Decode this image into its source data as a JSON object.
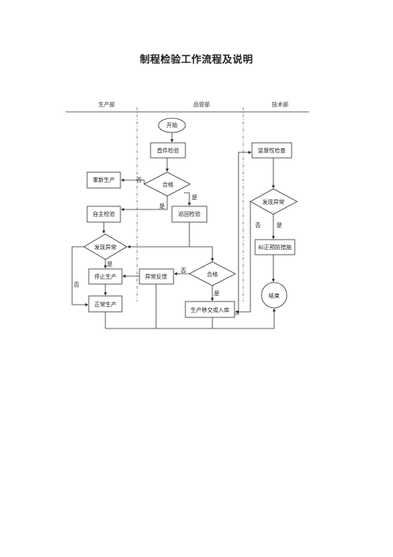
{
  "title": "制程检验工作流程及说明",
  "lanes": [
    "生产部",
    "品管部",
    "技术部"
  ],
  "nodes": {
    "start": "开始",
    "first_inspection": "首件检验",
    "qualified_1": "合格",
    "reproduce": "重新生产",
    "self_inspection": "自主检验",
    "patrol_inspection": "巡回检验",
    "find_abnormal_1": "发现异常",
    "stop_production": "停止生产",
    "abnormal_feedback": "异常反馈",
    "qualified_2": "合格",
    "normal_production": "正常生产",
    "transfer_warehouse": "生产移交或入库",
    "supervise_inspection": "监督性检查",
    "find_abnormal_2": "发现异常",
    "corrective_measures": "纠正预防措施",
    "end": "结束"
  },
  "edge_labels": {
    "no": "否",
    "yes": "是"
  }
}
